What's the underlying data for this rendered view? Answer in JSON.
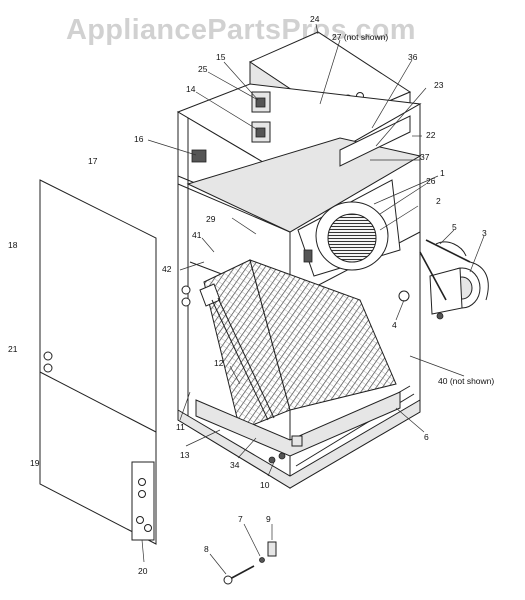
{
  "watermark": "AppliancePartsPros.com",
  "labels": [
    {
      "id": "24",
      "text": "24"
    },
    {
      "id": "27",
      "text": "27 (not shown)"
    },
    {
      "id": "15",
      "text": "15"
    },
    {
      "id": "25",
      "text": "25"
    },
    {
      "id": "36",
      "text": "36"
    },
    {
      "id": "23",
      "text": "23"
    },
    {
      "id": "14",
      "text": "14"
    },
    {
      "id": "22",
      "text": "22"
    },
    {
      "id": "16",
      "text": "16"
    },
    {
      "id": "37",
      "text": "37"
    },
    {
      "id": "17",
      "text": "17"
    },
    {
      "id": "26",
      "text": "26"
    },
    {
      "id": "1",
      "text": "1"
    },
    {
      "id": "2",
      "text": "2"
    },
    {
      "id": "29",
      "text": "29"
    },
    {
      "id": "41",
      "text": "41"
    },
    {
      "id": "18",
      "text": "18"
    },
    {
      "id": "5",
      "text": "5"
    },
    {
      "id": "3",
      "text": "3"
    },
    {
      "id": "42",
      "text": "42"
    },
    {
      "id": "4",
      "text": "4"
    },
    {
      "id": "21",
      "text": "21"
    },
    {
      "id": "12",
      "text": "12"
    },
    {
      "id": "40",
      "text": "40 (not shown)"
    },
    {
      "id": "11",
      "text": "11"
    },
    {
      "id": "6",
      "text": "6"
    },
    {
      "id": "13",
      "text": "13"
    },
    {
      "id": "19",
      "text": "19"
    },
    {
      "id": "34",
      "text": "34"
    },
    {
      "id": "10",
      "text": "10"
    },
    {
      "id": "7",
      "text": "7"
    },
    {
      "id": "9",
      "text": "9"
    },
    {
      "id": "8",
      "text": "8"
    },
    {
      "id": "20",
      "text": "20"
    }
  ]
}
